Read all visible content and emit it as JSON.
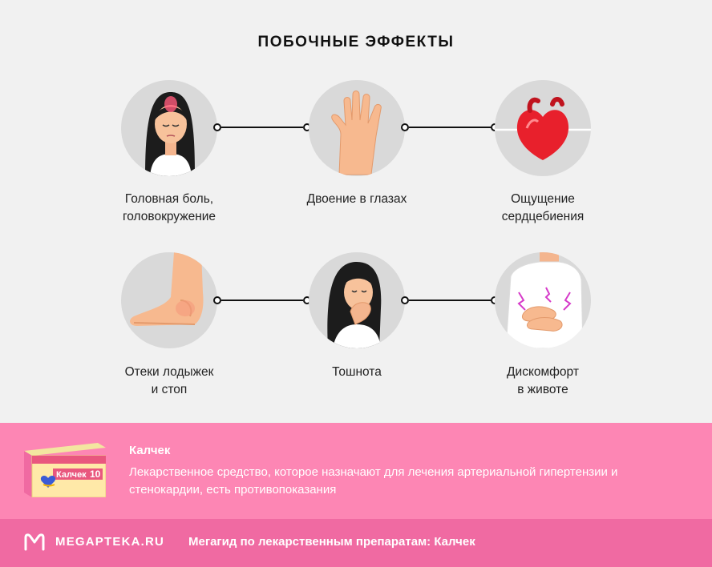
{
  "title": "ПОБОЧНЫЕ ЭФФЕКТЫ",
  "effects": [
    {
      "line1": "Головная боль,",
      "line2": "головокружение",
      "icon": "headache-woman-icon"
    },
    {
      "line1": "Двоение в глазах",
      "line2": "",
      "icon": "raised-hand-icon"
    },
    {
      "line1": "Ощущение",
      "line2": "сердцебиения",
      "icon": "heart-ecg-icon"
    },
    {
      "line1": "Отеки лодыжек",
      "line2": "и стоп",
      "icon": "swollen-foot-icon"
    },
    {
      "line1": "Тошнота",
      "line2": "",
      "icon": "nausea-woman-icon"
    },
    {
      "line1": "Дискомфорт",
      "line2": "в животе",
      "icon": "stomach-pain-icon"
    }
  ],
  "promo": {
    "name": "Калчек",
    "description": "Лекарственное средство, которое назначают для лечения артериальной гипертензии и стенокардии, есть противопоказания",
    "pack_name": "Калчек",
    "pack_dose": "10"
  },
  "footer": {
    "logo": "MEGAPTEKA.RU",
    "text": "Мегагид по лекарственным препаратам: Калчек"
  },
  "colors": {
    "promo_bg": "#fd86b4",
    "footer_bg": "#f06aa2",
    "page_bg": "#f1f1f1"
  }
}
